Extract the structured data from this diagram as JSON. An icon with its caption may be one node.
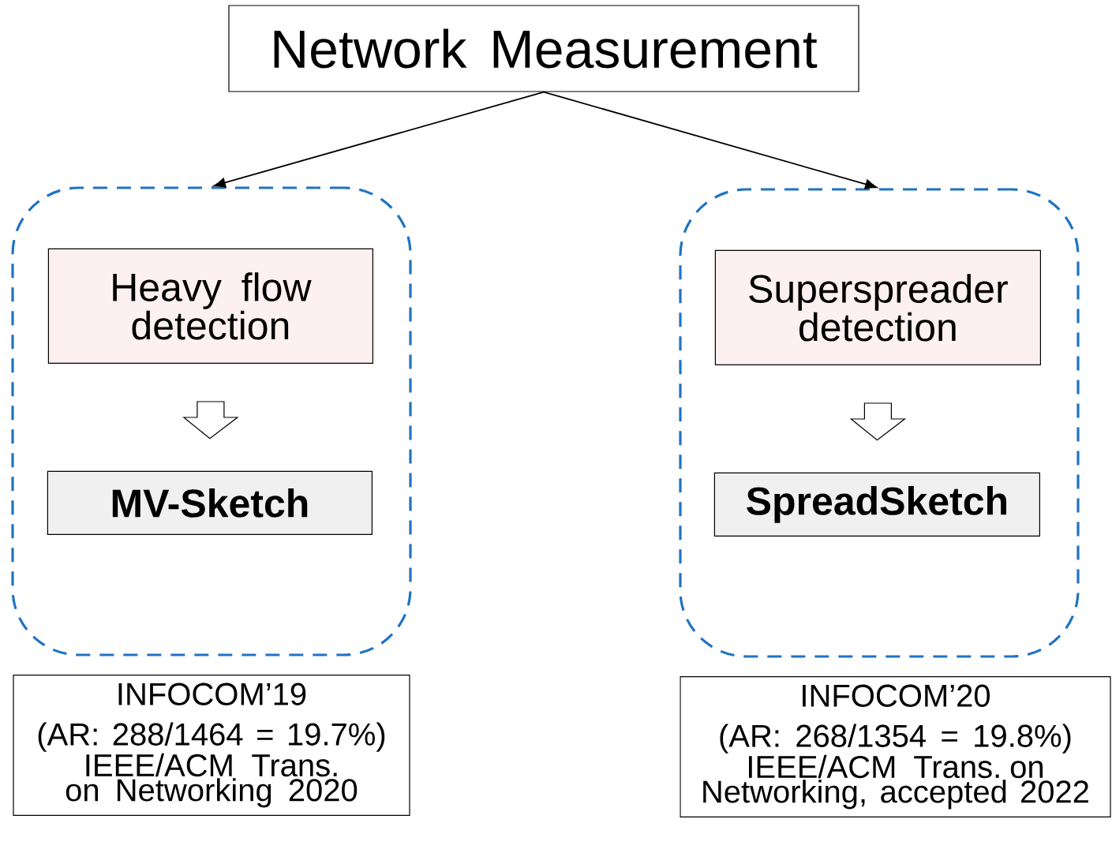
{
  "diagram": {
    "nodes": [
      {
        "text": [
          "Network Measurement"
        ]
      },
      {
        "text": [],
        "shape": "box"
      },
      {
        "text": [
          "Heavy flow detection"
        ],
        "in": 1
      },
      {
        "text": [
          "MV-Sketch"
        ],
        "in": 1
      },
      {
        "text": [
          "INFOCOM’19",
          "(AR: 288/1464 = 19.7%)",
          "IEEE/ACM Trans. on Networking 2020"
        ]
      },
      {
        "text": [],
        "shape": "box"
      },
      {
        "text": [
          "Superspreader detection"
        ],
        "in": 5
      },
      {
        "text": [
          "SpreadSketch"
        ],
        "in": 5
      },
      {
        "text": [
          "INFOCOM’20",
          "(AR: 268/1354 = 19.8%)",
          "IEEE/ACM Trans. on Networking, accepted 2022"
        ]
      }
    ],
    "edges": [
      {
        "from": 0,
        "to": 1,
        "arrow": "to"
      },
      {
        "from": 0,
        "to": 5,
        "arrow": "to"
      },
      {
        "from": 2,
        "to": 3,
        "arrow": "to",
        "style": "thick"
      },
      {
        "from": 6,
        "to": 7,
        "arrow": "to",
        "style": "thick"
      }
    ]
  }
}
